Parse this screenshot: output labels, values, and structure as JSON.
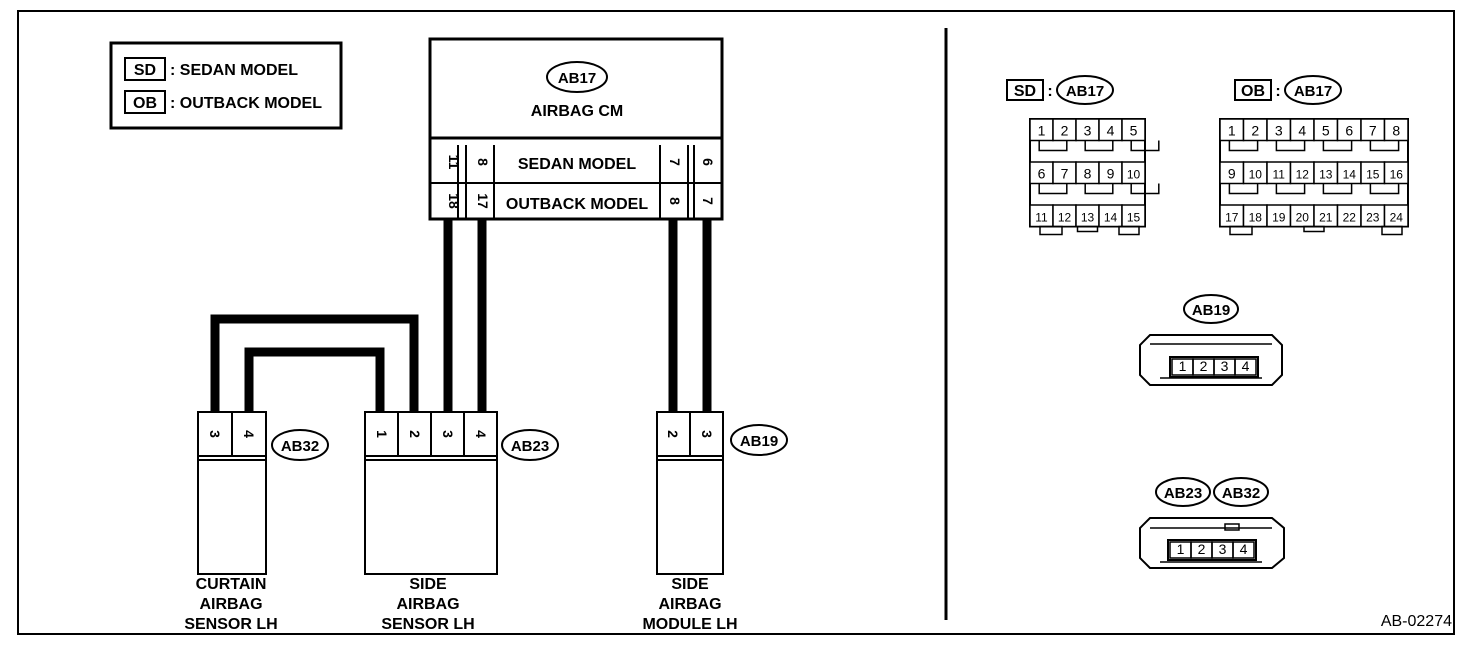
{
  "legend": {
    "sd_code": "SD",
    "sd_text": ": SEDAN MODEL",
    "ob_code": "OB",
    "ob_text": ": OUTBACK MODEL"
  },
  "airbag_cm": {
    "tag": "AB17",
    "title": "AIRBAG CM",
    "sedan_row": {
      "label": "SEDAN MODEL",
      "pins": [
        "11",
        "8",
        "7",
        "6"
      ]
    },
    "outback_row": {
      "label": "OUTBACK MODEL",
      "pins": [
        "18",
        "17",
        "8",
        "7"
      ]
    }
  },
  "connectors": {
    "ab32": {
      "tag": "AB32",
      "pins": [
        "3",
        "4"
      ],
      "name": [
        "CURTAIN",
        "AIRBAG",
        "SENSOR LH"
      ]
    },
    "ab23": {
      "tag": "AB23",
      "pins": [
        "1",
        "2",
        "3",
        "4"
      ],
      "name": [
        "SIDE",
        "AIRBAG",
        "SENSOR LH"
      ]
    },
    "ab19": {
      "tag": "AB19",
      "pins": [
        "2",
        "3"
      ],
      "name": [
        "SIDE",
        "AIRBAG",
        "MODULE LH"
      ]
    }
  },
  "right_panel": {
    "sd_header": {
      "code": "SD",
      "colon": ":",
      "tag": "AB17"
    },
    "ob_header": {
      "code": "OB",
      "colon": ":",
      "tag": "AB17"
    },
    "sd_grid": [
      [
        "1",
        "2",
        "3",
        "4",
        "5"
      ],
      [
        "6",
        "7",
        "8",
        "9",
        "10"
      ],
      [
        "11",
        "12",
        "13",
        "14",
        "15"
      ]
    ],
    "ob_grid": [
      [
        "1",
        "2",
        "3",
        "4",
        "5",
        "6",
        "7",
        "8"
      ],
      [
        "9",
        "10",
        "11",
        "12",
        "13",
        "14",
        "15",
        "16"
      ],
      [
        "17",
        "18",
        "19",
        "20",
        "21",
        "22",
        "23",
        "24"
      ]
    ],
    "ab19_face": {
      "tag": "AB19",
      "pins": [
        "1",
        "2",
        "3",
        "4"
      ]
    },
    "ab23_ab32_face": {
      "tags": [
        "AB23",
        "AB32"
      ],
      "pins": [
        "1",
        "2",
        "3",
        "4"
      ]
    }
  },
  "figure_code": "AB-02274"
}
